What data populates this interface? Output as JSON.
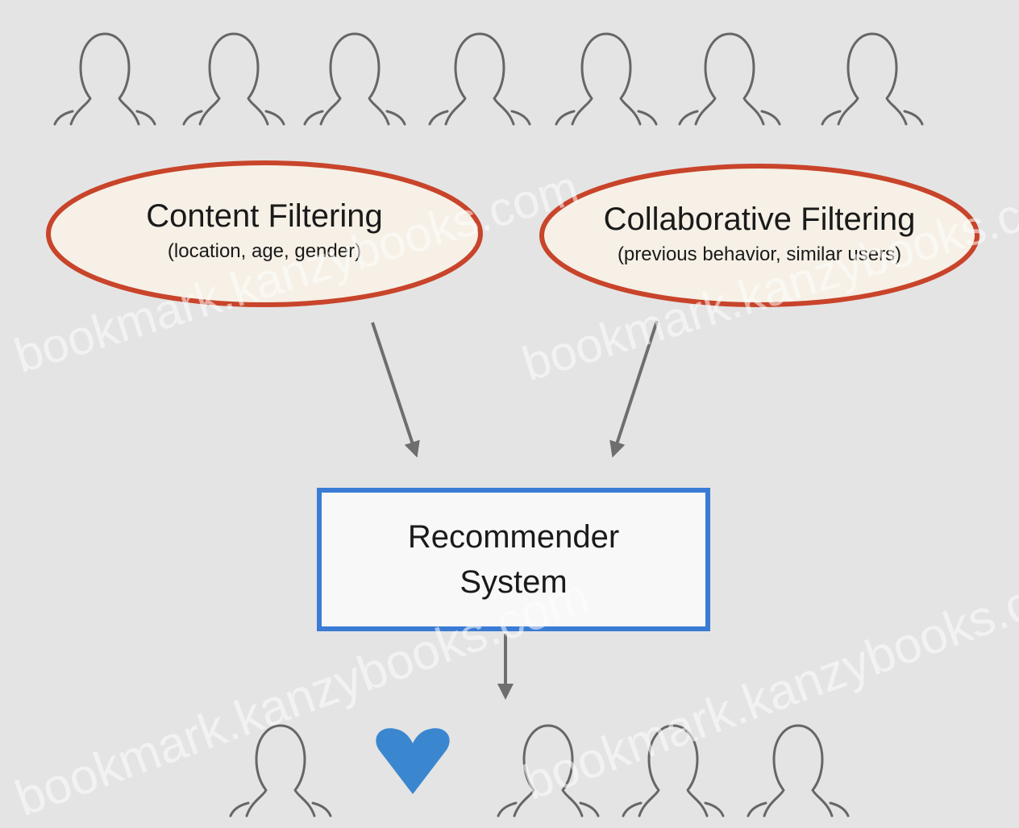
{
  "colors": {
    "background": "#e4e4e4",
    "person_outline": "#666666",
    "ellipse_stroke": "#c8442a",
    "ellipse_fill": "#f6f0e6",
    "box_stroke": "#3a7bd5",
    "arrow": "#6e6e6e",
    "heart": "#3a87d0"
  },
  "icons": {
    "person": "person-outline-icon",
    "heart": "heart-icon"
  },
  "content_filtering": {
    "title": "Content Filtering",
    "subtitle": "(location, age, gender)"
  },
  "collaborative_filtering": {
    "title": "Collaborative Filtering",
    "subtitle": "(previous behavior, similar users)"
  },
  "recommender": {
    "line1": "Recommender",
    "line2": "System"
  },
  "watermark": {
    "text": "bookmark.kanzybooks.com"
  }
}
